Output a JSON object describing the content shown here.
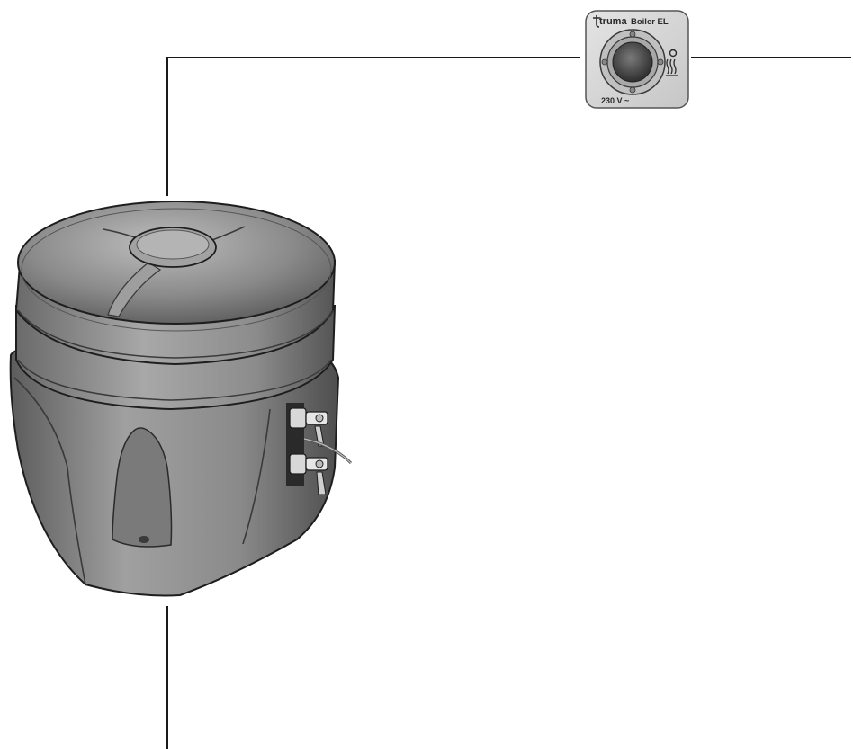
{
  "control_panel": {
    "brand": "truma",
    "model": "Boiler EL",
    "voltage": "230 V ~",
    "indicators": [
      {
        "name": "off-indicator",
        "symbol": "O"
      },
      {
        "name": "heat-indicator",
        "symbol": "≋"
      }
    ]
  },
  "colors": {
    "line": "#1a1a1a",
    "panel_face": "#d8d8d8",
    "panel_border": "#555555",
    "boiler_body": "#8f8f8f",
    "boiler_shadow": "#4a4a4a"
  },
  "icons": [
    "truma-logo-icon",
    "rotary-knob-icon",
    "off-circle-icon",
    "heat-waves-icon",
    "water-connector-icon"
  ]
}
